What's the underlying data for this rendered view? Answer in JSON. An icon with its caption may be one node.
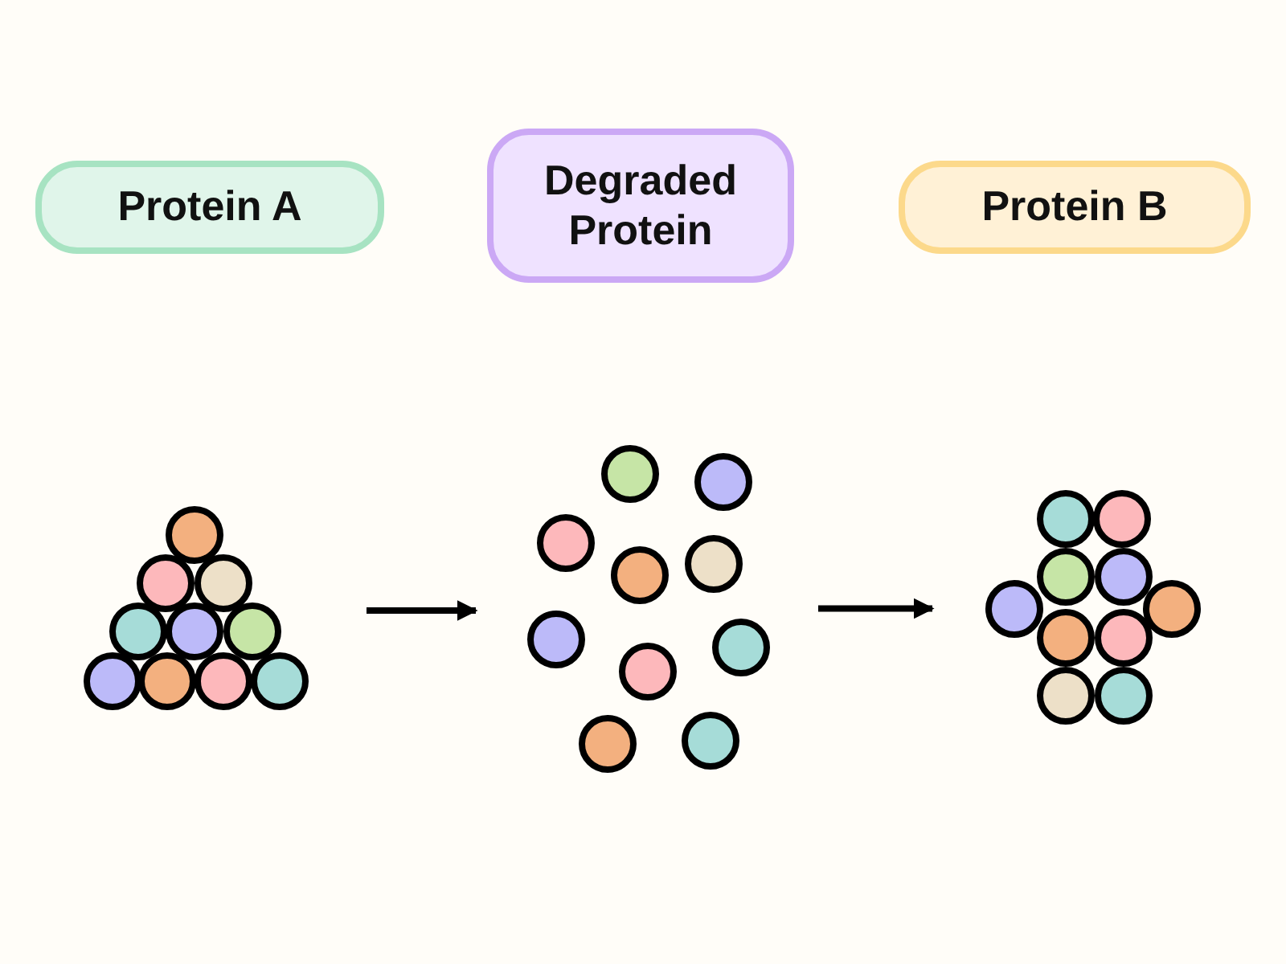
{
  "diagram": {
    "nodes": [
      {
        "text": [
          "Protein A"
        ]
      },
      {
        "text": [
          "Degraded Protein"
        ]
      },
      {
        "text": [
          "Protein B"
        ]
      },
      {
        "text": [],
        "shape": "picture"
      },
      {
        "text": [],
        "shape": "picture"
      },
      {
        "text": [],
        "shape": "picture"
      }
    ],
    "edges": [
      {
        "from": 3,
        "to": 4,
        "arrow": "to"
      },
      {
        "from": 4,
        "to": 5,
        "arrow": "to"
      }
    ]
  }
}
